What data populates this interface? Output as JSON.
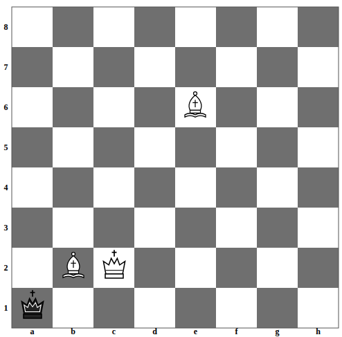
{
  "diagram": {
    "labels": [
      "8",
      "7",
      "6",
      "5",
      "4",
      "3",
      "2",
      "1",
      "a",
      "b",
      "c",
      "d",
      "e",
      "f",
      "g",
      "h"
    ]
  }
}
